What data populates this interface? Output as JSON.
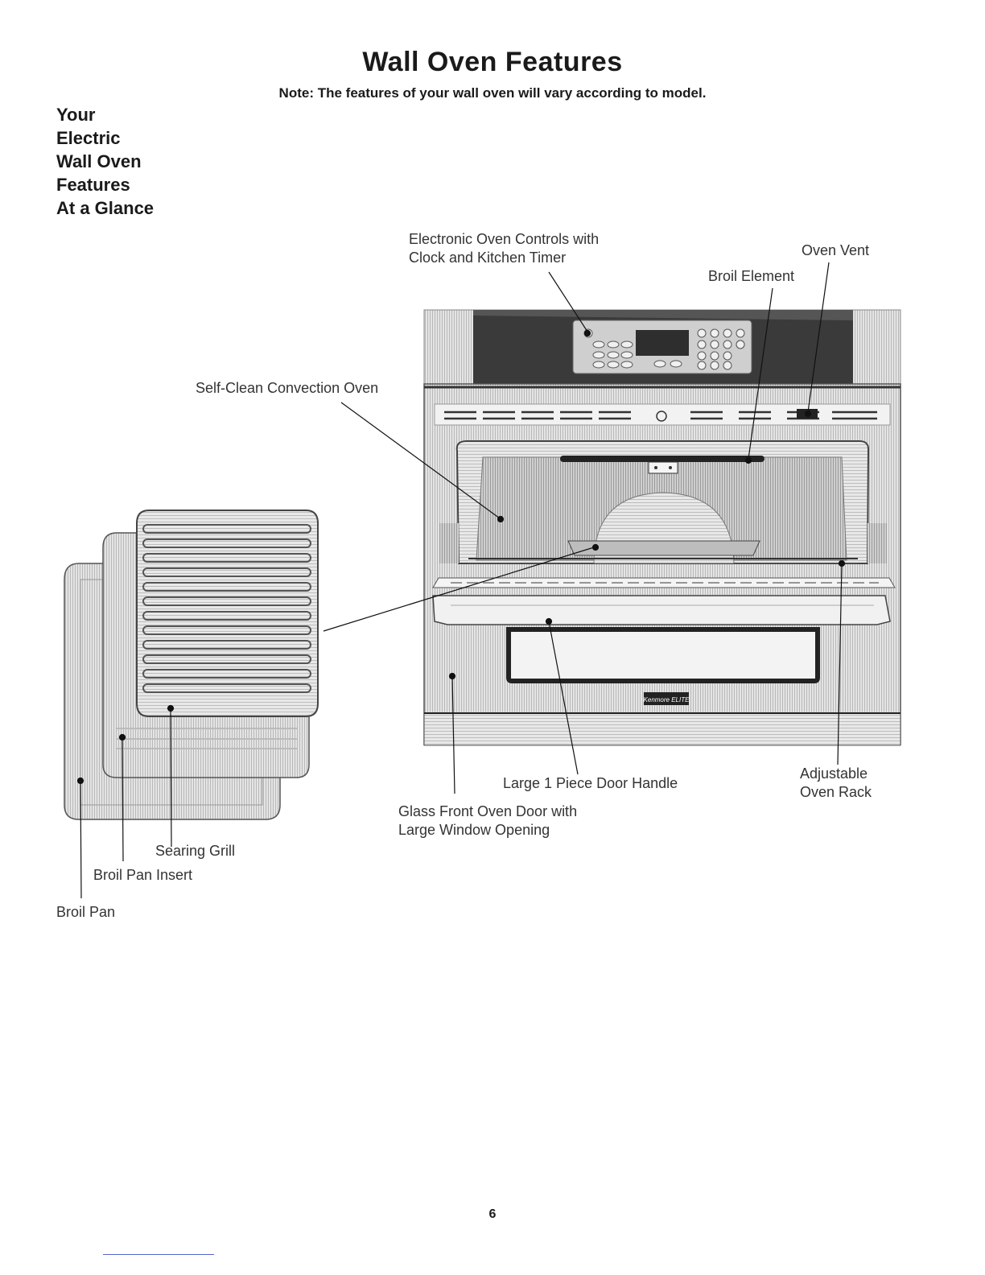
{
  "page": {
    "title": "Wall Oven Features",
    "note": "Note: The features of your wall oven will vary according to model.",
    "side_heading": [
      "Your",
      "Electric",
      "Wall Oven",
      "Features",
      "At a Glance"
    ],
    "page_number": "6"
  },
  "labels": {
    "controls": [
      "Electronic Oven Controls with",
      "Clock and Kitchen Timer"
    ],
    "oven_vent": "Oven Vent",
    "broil_element": "Broil Element",
    "self_clean": "Self-Clean Convection Oven",
    "door_handle": "Large 1 Piece Door Handle",
    "glass_door": [
      "Glass Front Oven Door with",
      "Large Window Opening"
    ],
    "oven_rack": [
      "Adjustable",
      "Oven Rack"
    ],
    "searing_grill": "Searing Grill",
    "broil_pan_insert": "Broil Pan Insert",
    "broil_pan": "Broil Pan"
  },
  "brand_badge": "Kenmore ELITE"
}
